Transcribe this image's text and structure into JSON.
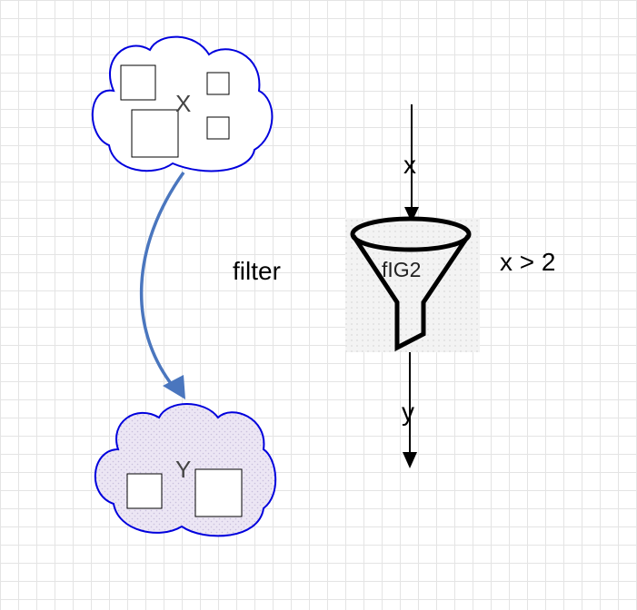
{
  "diagram": {
    "set_x_label": "X",
    "set_y_label": "Y",
    "edge_label": "filter",
    "filter_label": "fIG2",
    "condition_label": "x > 2",
    "input_label": "x",
    "output_label": "y"
  },
  "colors": {
    "cloud_stroke": "#0000dd",
    "cloud_y_fill": "#ece6f4",
    "edge_arrow": "#4a76be",
    "grid": "#e4e4e4",
    "ink": "#000000"
  }
}
